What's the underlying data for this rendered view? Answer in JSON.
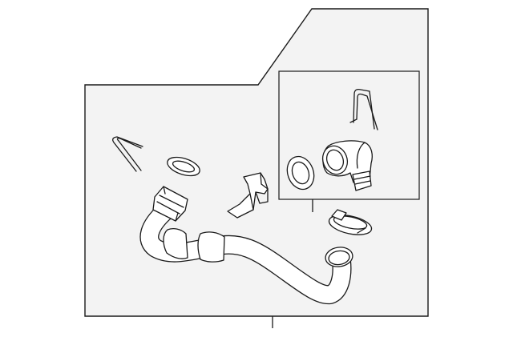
{
  "diagram": {
    "type": "parts-exploded-view",
    "parts": [
      "spring-clip",
      "o-ring-seal",
      "mounting-bracket",
      "coolant-hose",
      "hose-clamp",
      "inset-retaining-clip",
      "inset-o-ring-seal",
      "inset-elbow-connector"
    ],
    "callouts": [],
    "colors": {
      "line": "#1a1a1a",
      "panel": "#f3f3f3",
      "background": "#ffffff"
    }
  }
}
